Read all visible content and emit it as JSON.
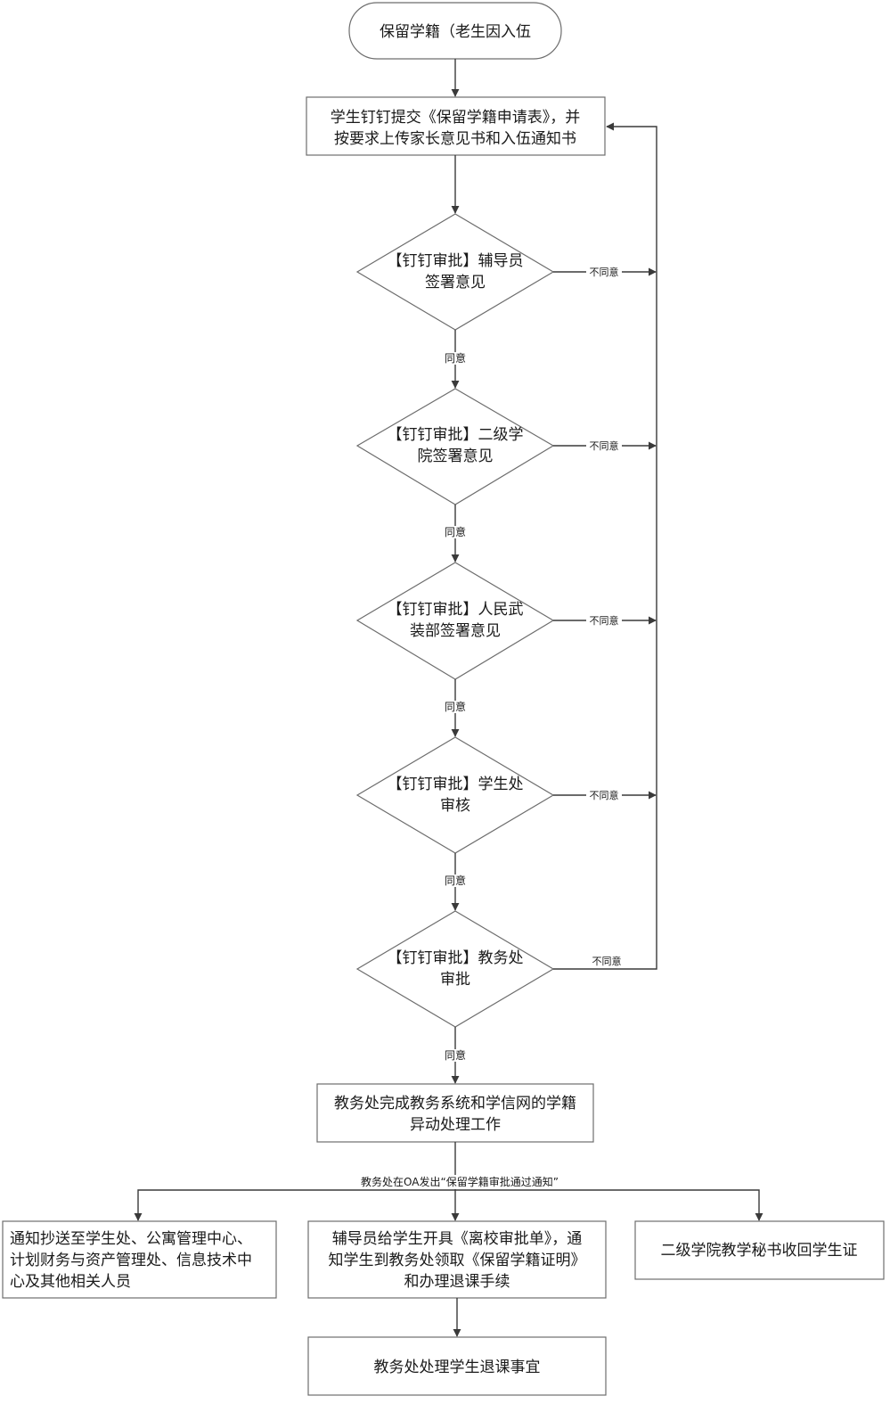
{
  "start": "保留学籍（老生因入伍",
  "submit": [
    "学生钉钉提交《保留学籍申请表》，并",
    "按要求上传家长意见书和入伍通知书"
  ],
  "decisions": [
    [
      "【钉钉审批】辅导员",
      "签署意见"
    ],
    [
      "【钉钉审批】二级学",
      "院签署意见"
    ],
    [
      "【钉钉审批】人民武",
      "装部签署意见"
    ],
    [
      "【钉钉审批】学生处",
      "审核"
    ],
    [
      "【钉钉审批】教务处",
      "审批"
    ]
  ],
  "agree_label": "同意",
  "disagree_label": "不同意",
  "process_status": [
    "教务处完成教务系统和学信网的学籍",
    "异动处理工作"
  ],
  "oa_notice": "教务处在OA发出“保留学籍审批通过通知”",
  "branches": {
    "left": [
      "通知抄送至学生处、公寓管理中心、",
      "计划财务与资产管理处、信息技术中",
      "心及其他相关人员"
    ],
    "middle": [
      "辅导员给学生开具《离校审批单》，通",
      "知学生到教务处领取《保留学籍证明》",
      "和办理退课手续"
    ],
    "right": [
      "二级学院教学秘书收回学生证"
    ]
  },
  "final": "教务处处理学生退课事宜"
}
